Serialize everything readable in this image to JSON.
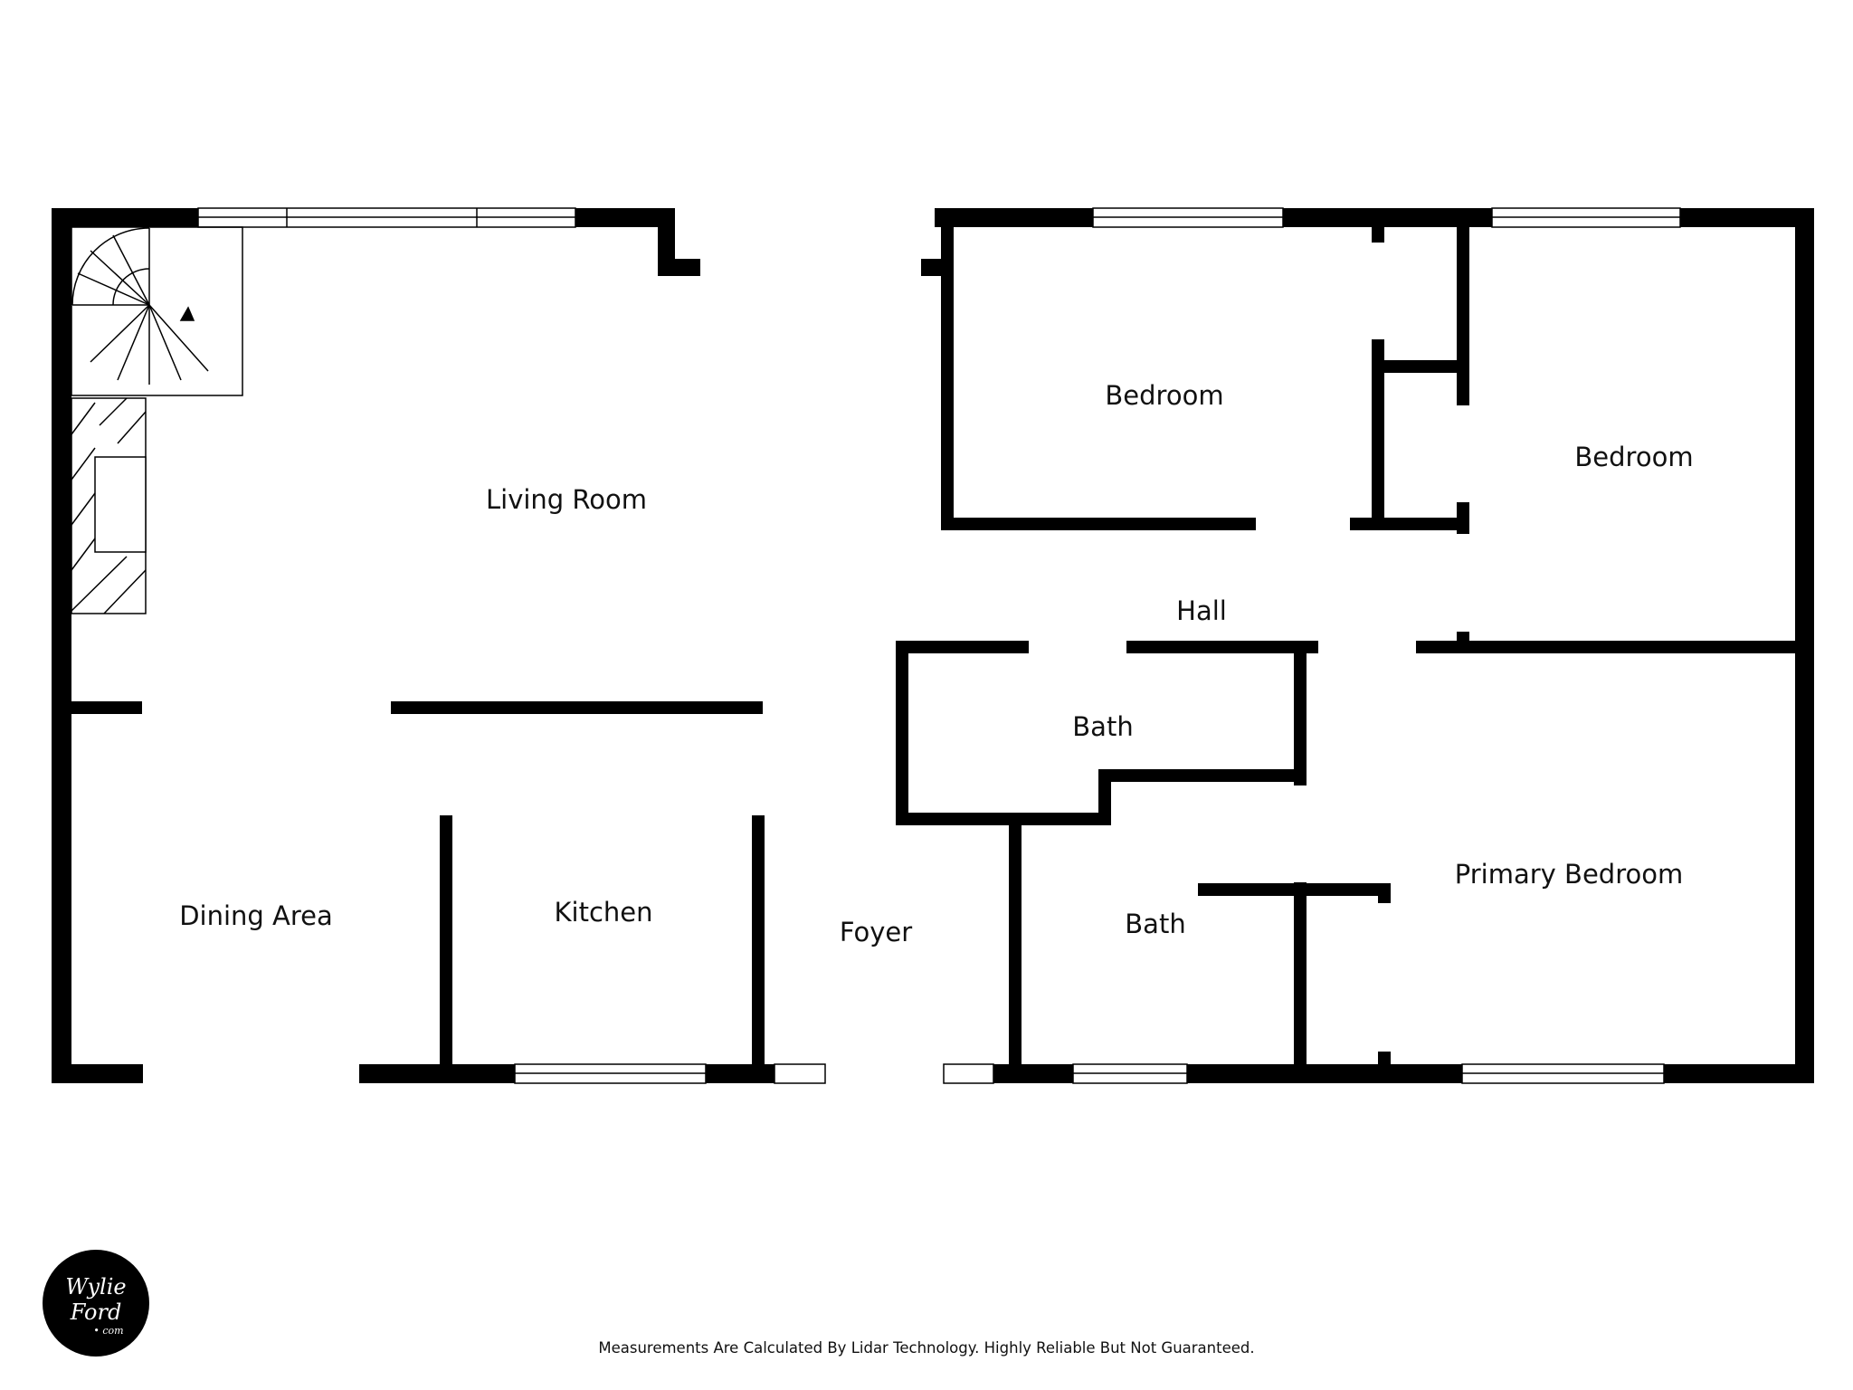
{
  "plan": {
    "rooms": [
      {
        "id": "living-room",
        "label": "Living Room"
      },
      {
        "id": "bedroom-1",
        "label": "Bedroom"
      },
      {
        "id": "bedroom-2",
        "label": "Bedroom"
      },
      {
        "id": "hall",
        "label": "Hall"
      },
      {
        "id": "bath-1",
        "label": "Bath"
      },
      {
        "id": "bath-2",
        "label": "Bath"
      },
      {
        "id": "primary-bedroom",
        "label": "Primary Bedroom"
      },
      {
        "id": "dining-area",
        "label": "Dining Area"
      },
      {
        "id": "kitchen",
        "label": "Kitchen"
      },
      {
        "id": "foyer",
        "label": "Foyer"
      }
    ]
  },
  "footer": {
    "disclaimer": "Measurements Are Calculated By Lidar Technology. Highly Reliable But Not Guaranteed."
  },
  "logo": {
    "line1": "Wylie",
    "line2": "Ford",
    "line3": "• com"
  },
  "colors": {
    "wall": "#000000",
    "background": "#ffffff"
  }
}
